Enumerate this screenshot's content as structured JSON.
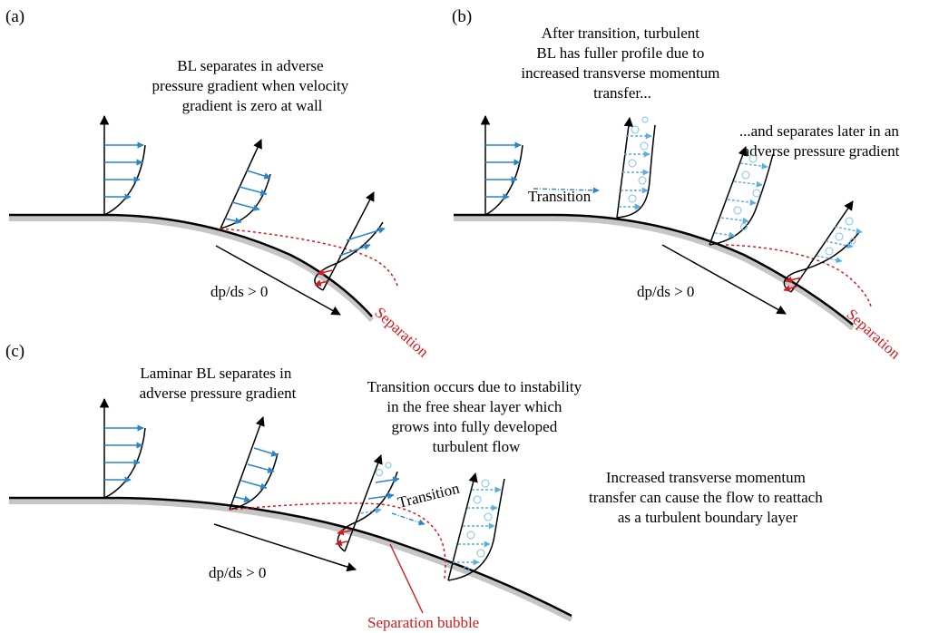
{
  "colors": {
    "wall": "#000000",
    "wall_shadow": "#c6c6c6",
    "laminar_arrow": "#2a86c8",
    "turbulent": "#5aaee0",
    "separation": "#d7191c",
    "text": "#000000"
  },
  "panels": {
    "a": {
      "label": "(a)",
      "note": [
        "BL separates in adverse",
        "pressure gradient when velocity",
        "gradient is zero at wall"
      ],
      "pressure": "dp/ds > 0",
      "separation_label": "Separation"
    },
    "b": {
      "label": "(b)",
      "note_top": [
        "After transition, turbulent",
        "BL has fuller profile due to",
        "increased transverse momentum",
        "transfer..."
      ],
      "note_right": [
        "...and separates later in an",
        "adverse pressure gradient"
      ],
      "transition_label": "Transition",
      "pressure": "dp/ds > 0",
      "separation_label": "Separation"
    },
    "c": {
      "label": "(c)",
      "note_left": [
        "Laminar BL separates in",
        "adverse pressure gradient"
      ],
      "note_mid": [
        "Transition occurs due to instability",
        "in the free shear layer which",
        "grows into fully developed",
        "turbulent flow"
      ],
      "note_right": [
        "Increased transverse momentum",
        "transfer can cause the flow to reattach",
        "as a turbulent boundary layer"
      ],
      "transition_label": "Transition",
      "pressure": "dp/ds > 0",
      "bubble_label": "Separation bubble"
    }
  }
}
